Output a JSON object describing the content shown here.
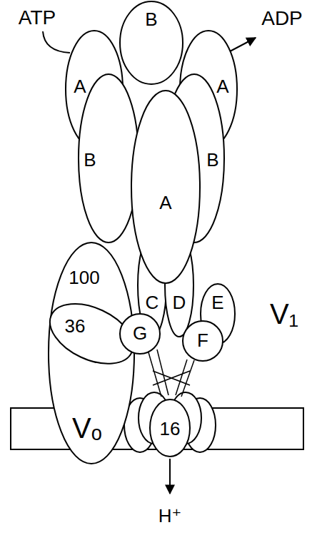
{
  "diagram": {
    "nodes": [
      {
        "text": [
          "B"
        ]
      },
      {
        "text": [
          "A"
        ]
      },
      {
        "text": [
          "A"
        ]
      },
      {
        "text": [
          "B"
        ]
      },
      {
        "text": [
          "B"
        ]
      },
      {
        "text": [
          "A"
        ]
      },
      {
        "text": [
          "C"
        ]
      },
      {
        "text": [
          "D"
        ]
      },
      {
        "text": [
          "E"
        ]
      },
      {
        "text": [
          "100"
        ]
      },
      {
        "text": [
          "36"
        ]
      },
      {
        "text": [
          "G"
        ]
      },
      {
        "text": [
          "F"
        ]
      },
      {
        "text": [
          "16"
        ]
      }
    ],
    "labels": [
      "ATP",
      "ADP",
      "V₁",
      "Vₒ",
      "H⁺"
    ]
  }
}
